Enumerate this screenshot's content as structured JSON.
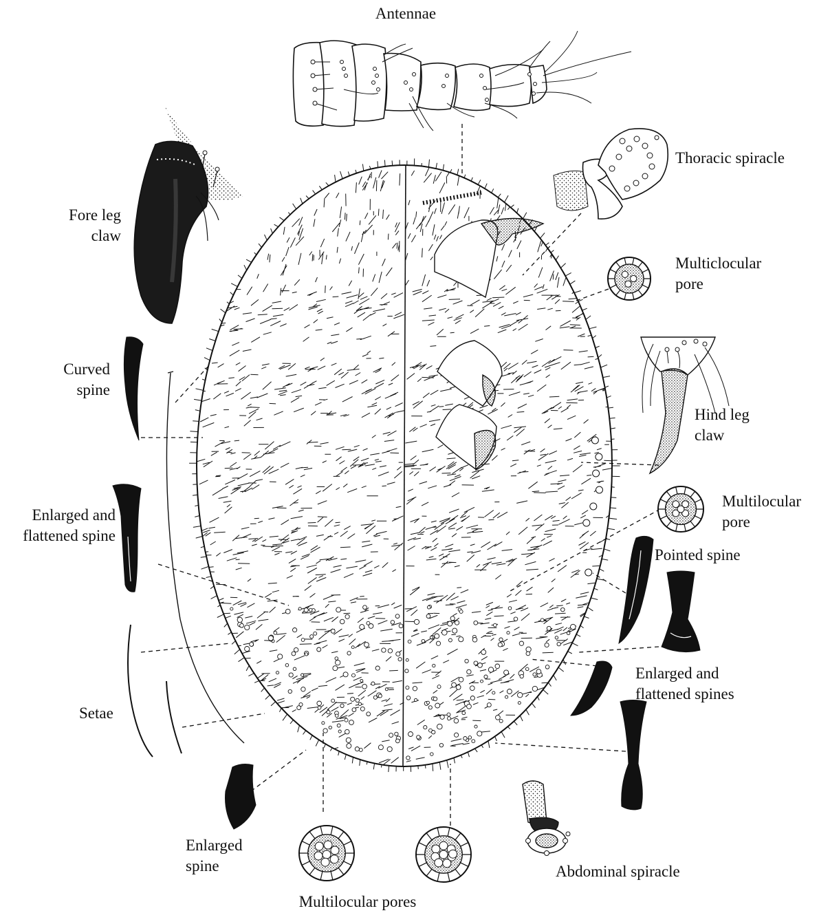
{
  "labels": {
    "antennae": "Antennae",
    "thoracic_spiracle": "Thoracic spiracle",
    "fore_leg_claw": [
      "Fore leg",
      "claw"
    ],
    "multiclocular_pore": [
      "Multiclocular",
      "pore"
    ],
    "curved_spine": [
      "Curved",
      "spine"
    ],
    "hind_leg_claw": [
      "Hind leg",
      "claw"
    ],
    "enlarged_flattened_spine": [
      "Enlarged and",
      "flattened spine"
    ],
    "multilocular_pore": [
      "Multilocular",
      "pore"
    ],
    "pointed_spine": "Pointed spine",
    "enlarged_flattened_spines": [
      "Enlarged and",
      "flattened spines"
    ],
    "setae": "Setae",
    "enlarged_spine": [
      "Enlarged",
      "spine"
    ],
    "abdominal_spiracle": "Abdominal spiracle",
    "multilocular_pores": "Multilocular pores"
  },
  "colors": {
    "ink": "#111111",
    "paper": "#ffffff"
  }
}
